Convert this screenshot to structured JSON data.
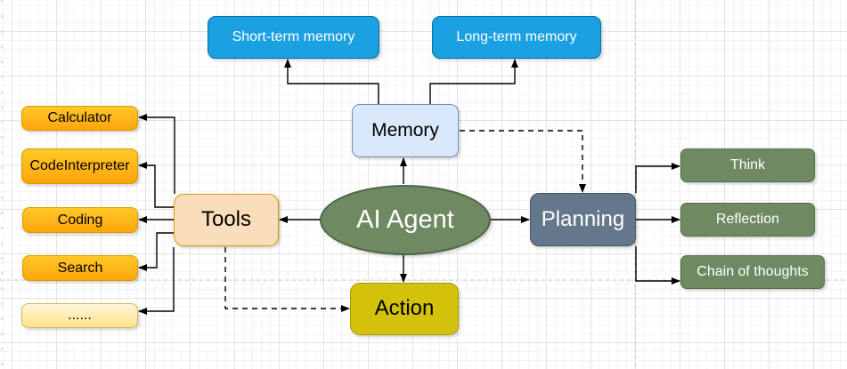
{
  "nodes": {
    "short_term_memory": "Short-term memory",
    "long_term_memory": "Long-term memory",
    "memory": "Memory",
    "calculator": "Calculator",
    "code_interpreter": "CodeInterpreter",
    "coding": "Coding",
    "search": "Search",
    "more_tools": "......",
    "tools": "Tools",
    "ai_agent": "AI Agent",
    "planning": "Planning",
    "action": "Action",
    "think": "Think",
    "reflection": "Reflection",
    "chain_of_thoughts": "Chain of thoughts"
  },
  "edges": [
    {
      "from": "ai_agent",
      "to": "memory",
      "style": "solid"
    },
    {
      "from": "memory",
      "to": "short_term_memory",
      "style": "solid"
    },
    {
      "from": "memory",
      "to": "long_term_memory",
      "style": "solid"
    },
    {
      "from": "memory",
      "to": "planning",
      "style": "dashed"
    },
    {
      "from": "ai_agent",
      "to": "tools",
      "style": "solid"
    },
    {
      "from": "ai_agent",
      "to": "planning",
      "style": "solid"
    },
    {
      "from": "ai_agent",
      "to": "action",
      "style": "solid"
    },
    {
      "from": "tools",
      "to": "calculator",
      "style": "solid"
    },
    {
      "from": "tools",
      "to": "code_interpreter",
      "style": "solid"
    },
    {
      "from": "tools",
      "to": "coding",
      "style": "solid"
    },
    {
      "from": "tools",
      "to": "search",
      "style": "solid"
    },
    {
      "from": "tools",
      "to": "more_tools",
      "style": "solid"
    },
    {
      "from": "tools",
      "to": "action",
      "style": "dashed"
    },
    {
      "from": "planning",
      "to": "think",
      "style": "solid"
    },
    {
      "from": "planning",
      "to": "reflection",
      "style": "solid"
    },
    {
      "from": "planning",
      "to": "chain_of_thoughts",
      "style": "solid"
    }
  ],
  "colors": {
    "memory_node_blue": "#1BA1E2",
    "memory_box_light_blue": "#DAE8FC",
    "tool_box_orange": "#FFB31A",
    "tools_peach": "#FADEBB",
    "agent_green": "#6F8A63",
    "planning_slate": "#64778B",
    "action_yellow": "#D4C20A",
    "connector_black": "#000000",
    "page_boundary_gray": "#C9C9C9"
  }
}
